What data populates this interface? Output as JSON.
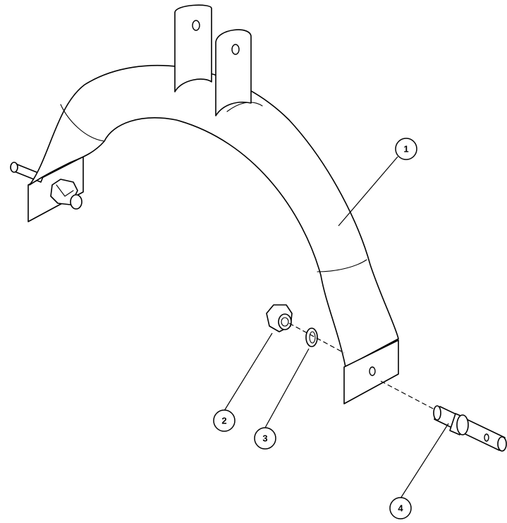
{
  "callouts": [
    {
      "label": "1",
      "part": "fender-bracket"
    },
    {
      "label": "2",
      "part": "hex-nut"
    },
    {
      "label": "3",
      "part": "lock-washer"
    },
    {
      "label": "4",
      "part": "clevis-pin"
    }
  ],
  "colors": {
    "line": "#000000",
    "background": "#ffffff"
  }
}
